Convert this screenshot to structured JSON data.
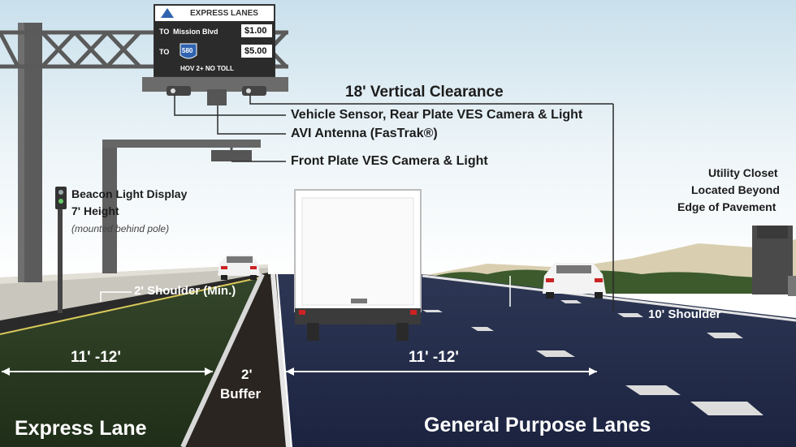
{
  "sign": {
    "title": "EXPRESS LANES",
    "row1_to": "TO",
    "row1_dest": "Mission Blvd",
    "row1_price": "$1.00",
    "row2_to": "TO",
    "row2_route": "580",
    "row2_price": "$5.00",
    "footer": "HOV 2+ NO TOLL"
  },
  "labels": {
    "vertical_clearance": "18' Vertical Clearance",
    "vehicle_sensor": "Vehicle Sensor, Rear Plate VES Camera & Light",
    "avi_antenna": "AVI Antenna (FasTrak®)",
    "front_plate": "Front Plate VES Camera & Light",
    "beacon_line1": "Beacon Light Display",
    "beacon_line2": "7' Height",
    "beacon_note": "(mounted behind pole)",
    "utility_line1": "Utility Closet",
    "utility_line2": "Located Beyond",
    "utility_line3": "Edge of Pavement",
    "shoulder_min": "2' Shoulder (Min.)",
    "shoulder_10": "10' Shoulder",
    "express_width": "11' -12'",
    "gp_width": "11' -12'",
    "buffer_line1": "2'",
    "buffer_line2": "Buffer",
    "express_lane": "Express Lane",
    "general_purpose": "General Purpose Lanes"
  },
  "colors": {
    "express_lane": "#27381f",
    "general_lanes": "#1e2744",
    "sky_top": "#cfe3ee",
    "sign_panel": "#2b2b2b"
  }
}
